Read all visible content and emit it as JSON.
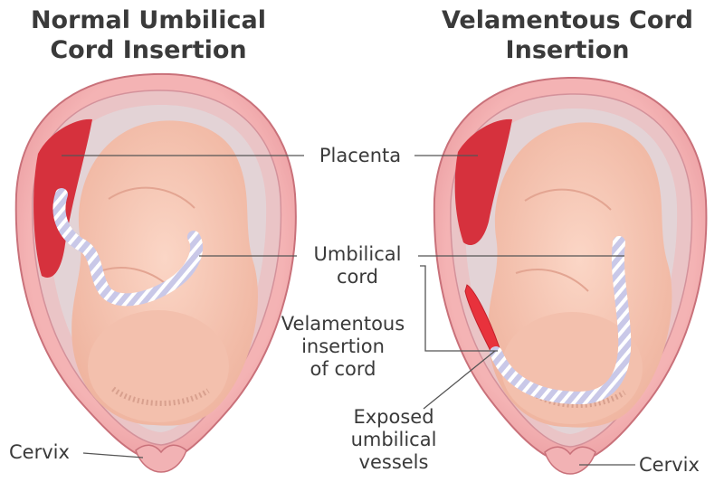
{
  "panels": [
    {
      "id": "normal",
      "title": "Normal Umbilical\nCord Insertion"
    },
    {
      "id": "velamentous",
      "title": "Velamentous Cord\nInsertion"
    }
  ],
  "labels": {
    "placenta": "Placenta",
    "umbilical_cord": "Umbilical\ncord",
    "velamentous_insertion": "Velamentous\ninsertion\nof cord",
    "exposed_vessels": "Exposed\numbilical\nvessels",
    "cervix_left": "Cervix",
    "cervix_right": "Cervix"
  },
  "colors": {
    "uterus_wall": "#f2a9ab",
    "uterus_outline": "#c9717a",
    "amniotic_fluid": "#e6d6d8",
    "fetus": "#f6c6b4",
    "placenta": "#d6313d",
    "cord": "#c7c6e6",
    "text": "#3a3a3a",
    "leader_line": "#555555"
  }
}
